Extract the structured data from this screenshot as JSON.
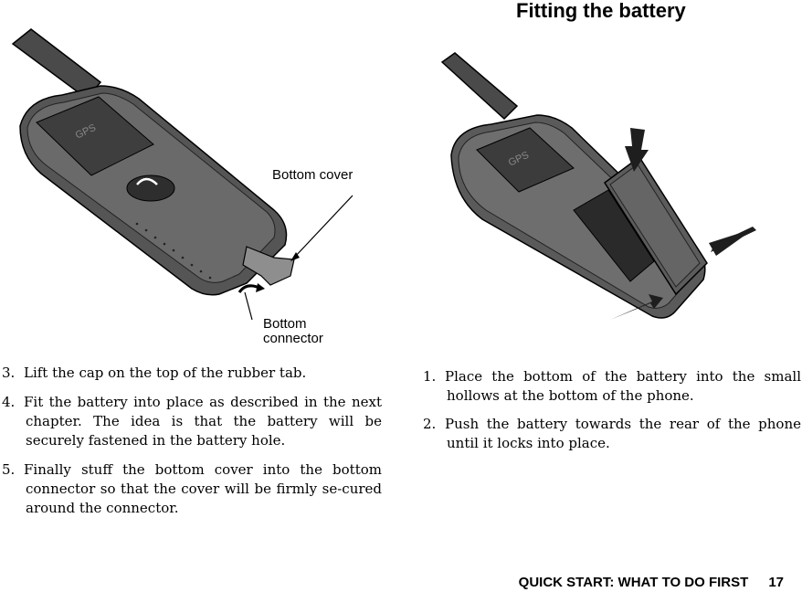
{
  "page": {
    "title": "Fitting the battery"
  },
  "illustrations": {
    "left": {
      "phone_label": "GPS",
      "callouts": {
        "bottom_cover": "Bottom cover",
        "bottom_connector": "Bottom\nconnector"
      }
    },
    "right": {
      "phone_label": "GPS"
    }
  },
  "steps_left": [
    {
      "num": "3.",
      "text": "Lift the cap on the top of the rubber tab."
    },
    {
      "num": "4.",
      "text": "Fit the battery into place as described in the next chapter. The idea is that the battery will be securely fastened in the battery hole."
    },
    {
      "num": "5.",
      "text": "Finally stuff the bottom cover into the bottom connector so that the cover will be firmly se-cured around the connector."
    }
  ],
  "steps_right": [
    {
      "num": "1.",
      "text": "Place the bottom of the battery into the small hollows at the bottom of the phone."
    },
    {
      "num": "2.",
      "text": "Push the battery towards the rear of the phone until it locks into place."
    }
  ],
  "footer": {
    "section": "QUICK START: WHAT TO DO FIRST",
    "page_number": "17"
  },
  "colors": {
    "phone_body": "#4a4a4a",
    "phone_dark": "#2b2b2b",
    "phone_light": "#8a8a8a",
    "battery": "#5a5a5a",
    "arrow": "#1e1e1e"
  }
}
